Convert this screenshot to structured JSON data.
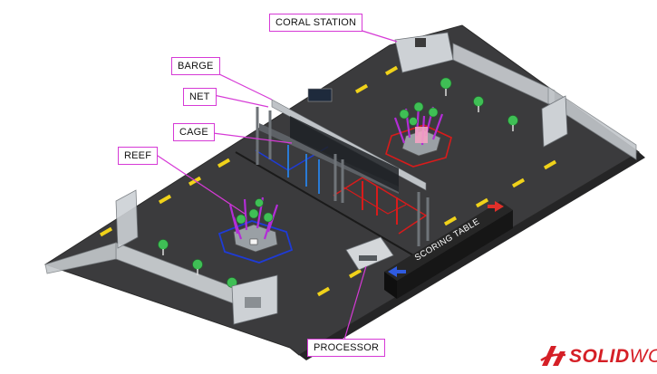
{
  "callouts": {
    "coral_station": "CORAL STATION",
    "barge": "BARGE",
    "net": "NET",
    "cage": "CAGE",
    "reef": "REEF",
    "processor": "PROCESSOR"
  },
  "scoring_table": {
    "label": "SCORING TABLE"
  },
  "logo": {
    "mark": "3S",
    "text_bold": "SOLID",
    "text_rest": "WO"
  },
  "colors": {
    "callout_border": "#d63ad6",
    "field_carpet": "#3a3a3c",
    "blue_alliance": "#1e3bd6",
    "red_alliance": "#d81b1b",
    "algae_ball": "#3fbf55",
    "coral": "#b32dd6",
    "logo_red": "#d51f26"
  }
}
